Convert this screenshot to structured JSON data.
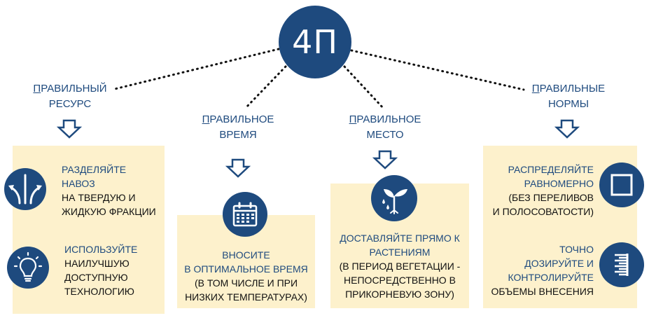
{
  "hub": {
    "label": "4П"
  },
  "branches": [
    {
      "id": "resource",
      "title_first": "П",
      "title_rest": "РАВИЛЬНЫЙ",
      "title_line2": "РЕСУРС",
      "items": [
        {
          "icon": "split-arrows-icon",
          "highlight": "РАЗДЕЛЯЙТЕ\nНАВОЗ",
          "text": "НА ТВЕРДУЮ И\nЖИДКУЮ ФРАКЦИИ"
        },
        {
          "icon": "light-bulb-icon",
          "highlight": "ИСПОЛЬЗУЙТЕ",
          "text": "НАИЛУЧШУЮ\nДОСТУПНУЮ\nТЕХНОЛОГИЮ"
        }
      ]
    },
    {
      "id": "time",
      "title_first": "П",
      "title_rest": "РАВИЛЬНОЕ",
      "title_line2": "ВРЕМЯ",
      "items": [
        {
          "icon": "calendar-icon",
          "highlight": "ВНОСИТЕ\nВ ОПТИМАЛЬНОЕ ВРЕМЯ",
          "text": "(В ТОМ ЧИСЛЕ И ПРИ\nНИЗКИХ ТЕМПЕРАТУРАХ)"
        }
      ]
    },
    {
      "id": "place",
      "title_first": "П",
      "title_rest": "РАВИЛЬНОЕ",
      "title_line2": "МЕСТО",
      "items": [
        {
          "icon": "plant-sprout-icon",
          "highlight": "ДОСТАВЛЯЙТЕ ПРЯМО К\nРАСТЕНИЯМ",
          "text": "(В ПЕРИОД ВЕГЕТАЦИИ -\nНЕПОСРЕДСТВЕННО В\nПРИКОРНЕВУЮ ЗОНУ)"
        }
      ]
    },
    {
      "id": "norms",
      "title_first": "П",
      "title_rest": "РАВИЛЬНЫЕ",
      "title_line2": "НОРМЫ",
      "items": [
        {
          "icon": "square-icon",
          "highlight": "РАСПРЕДЕЛЯЙТЕ\nРАВНОМЕРНО",
          "text": "(БЕЗ ПЕРЕЛИВОВ\nИ ПОЛОСОВАТОСТИ)"
        },
        {
          "icon": "ruler-scale-icon",
          "highlight": "ТОЧНО\nДОЗИРУЙТЕ И\nКОНТРОЛИРУЙТЕ",
          "text": "ОБЪЕМЫ ВНЕСЕНИЯ"
        }
      ]
    }
  ],
  "colors": {
    "primary": "#1e4a7e",
    "panel": "#fdf1cc",
    "text": "#111111"
  }
}
